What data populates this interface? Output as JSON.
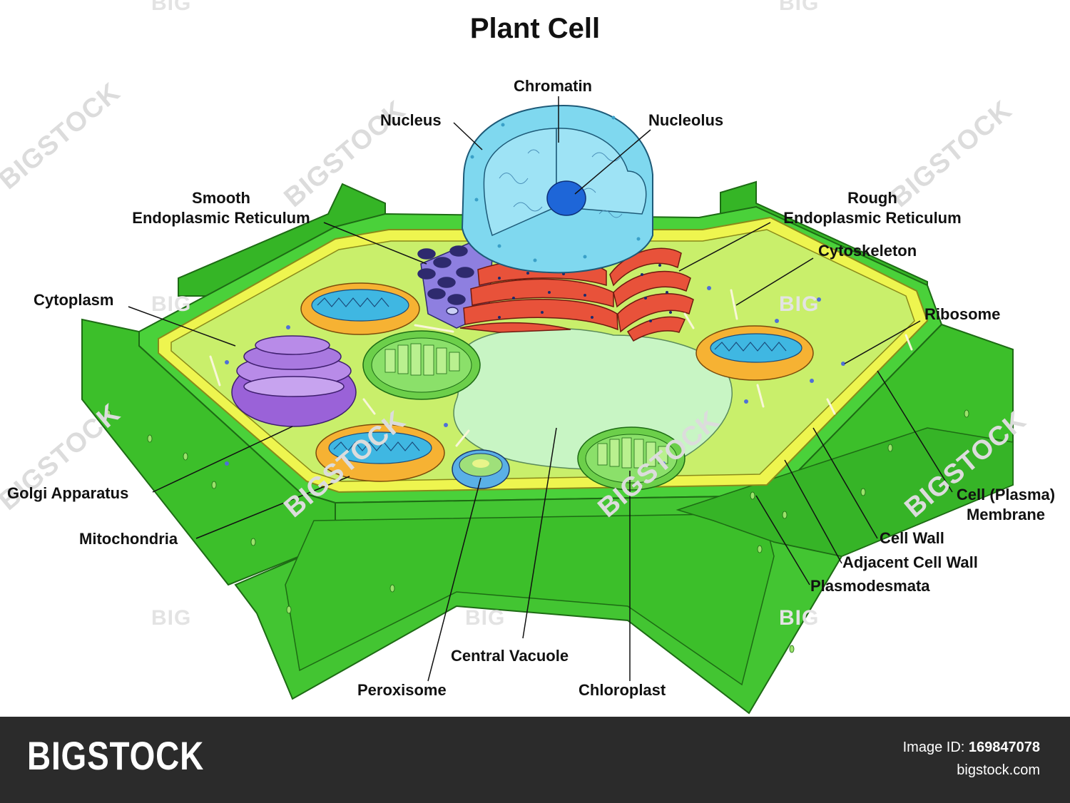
{
  "title": "Plant Cell",
  "labels": {
    "chromatin": "Chromatin",
    "nucleus": "Nucleus",
    "nucleolus": "Nucleolus",
    "smooth_er_line1": "Smooth",
    "smooth_er_line2": "Endoplasmic Reticulum",
    "rough_er_line1": "Rough",
    "rough_er_line2": "Endoplasmic Reticulum",
    "cytoskeleton": "Cytoskeleton",
    "cytoplasm": "Cytoplasm",
    "ribosome": "Ribosome",
    "golgi": "Golgi Apparatus",
    "mitochondria": "Mitochondria",
    "membrane_line1": "Cell (Plasma)",
    "membrane_line2": "Membrane",
    "cell_wall": "Cell Wall",
    "adjacent_cell_wall": "Adjacent Cell Wall",
    "plasmodesmata": "Plasmodesmata",
    "central_vacuole": "Central Vacuole",
    "peroxisome": "Peroxisome",
    "chloroplast": "Chloroplast"
  },
  "watermark": {
    "text": "BIGSTOCK",
    "short": "BIG"
  },
  "footer": {
    "brand": "BIGSTOCK",
    "image_id_label": "Image ID:",
    "image_id": "169847078",
    "site": "bigstock.com"
  },
  "colors": {
    "wall": "#3cbf2a",
    "wall_dark": "#2f9e22",
    "membrane": "#e9f24a",
    "cytoplasm": "#c8ef6a",
    "vacuole": "#c7f5c4",
    "nucleus": "#7fd8ef",
    "nucleolus": "#1e66d8",
    "golgi": "#9a62d8",
    "smooth_er": "#8e7fe0",
    "rough_er": "#e8523a",
    "mito_outer": "#f6b233",
    "mito_inner": "#3fb7e2",
    "chloroplast": "#6ccf4a",
    "peroxisome": "#5ab0e6",
    "footer_bg": "#2b2b2b"
  }
}
